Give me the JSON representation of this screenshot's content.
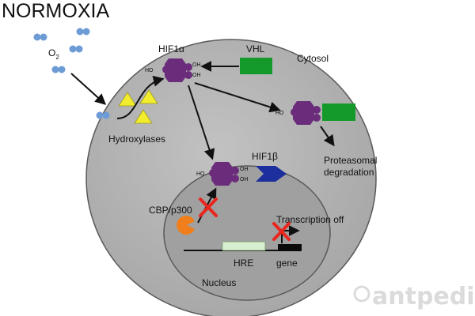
{
  "title": "NORMOXIA",
  "labels": {
    "o2": "O",
    "o2_sub": "2",
    "hif1a": "HIF1α",
    "vhl": "VHL",
    "cytosol": "Cytosol",
    "hydroxylases": "Hydroxylases",
    "proteasomal_line1": "Proteasomal",
    "proteasomal_line2": "degradation",
    "hif1b": "HIF1β",
    "cbp": "CBP/p300",
    "transcription_off": "Transcription off",
    "hre": "HRE",
    "gene": "gene",
    "nucleus": "Nucleus",
    "ho": "HO",
    "oh": "OH"
  },
  "watermark": "antpedia",
  "colors": {
    "cell": "#b3b3b3",
    "nucleus": "#9e9e9e",
    "oxygen": "#6d9bd6",
    "hif1a": "#6b2d7b",
    "vhl": "#139a2b",
    "hydroxylase": "#f1ec2d",
    "hif1b": "#1c2f9c",
    "cbp": "#f07e1a",
    "cross": "#e8261e",
    "hre": "#d8f0cf"
  }
}
